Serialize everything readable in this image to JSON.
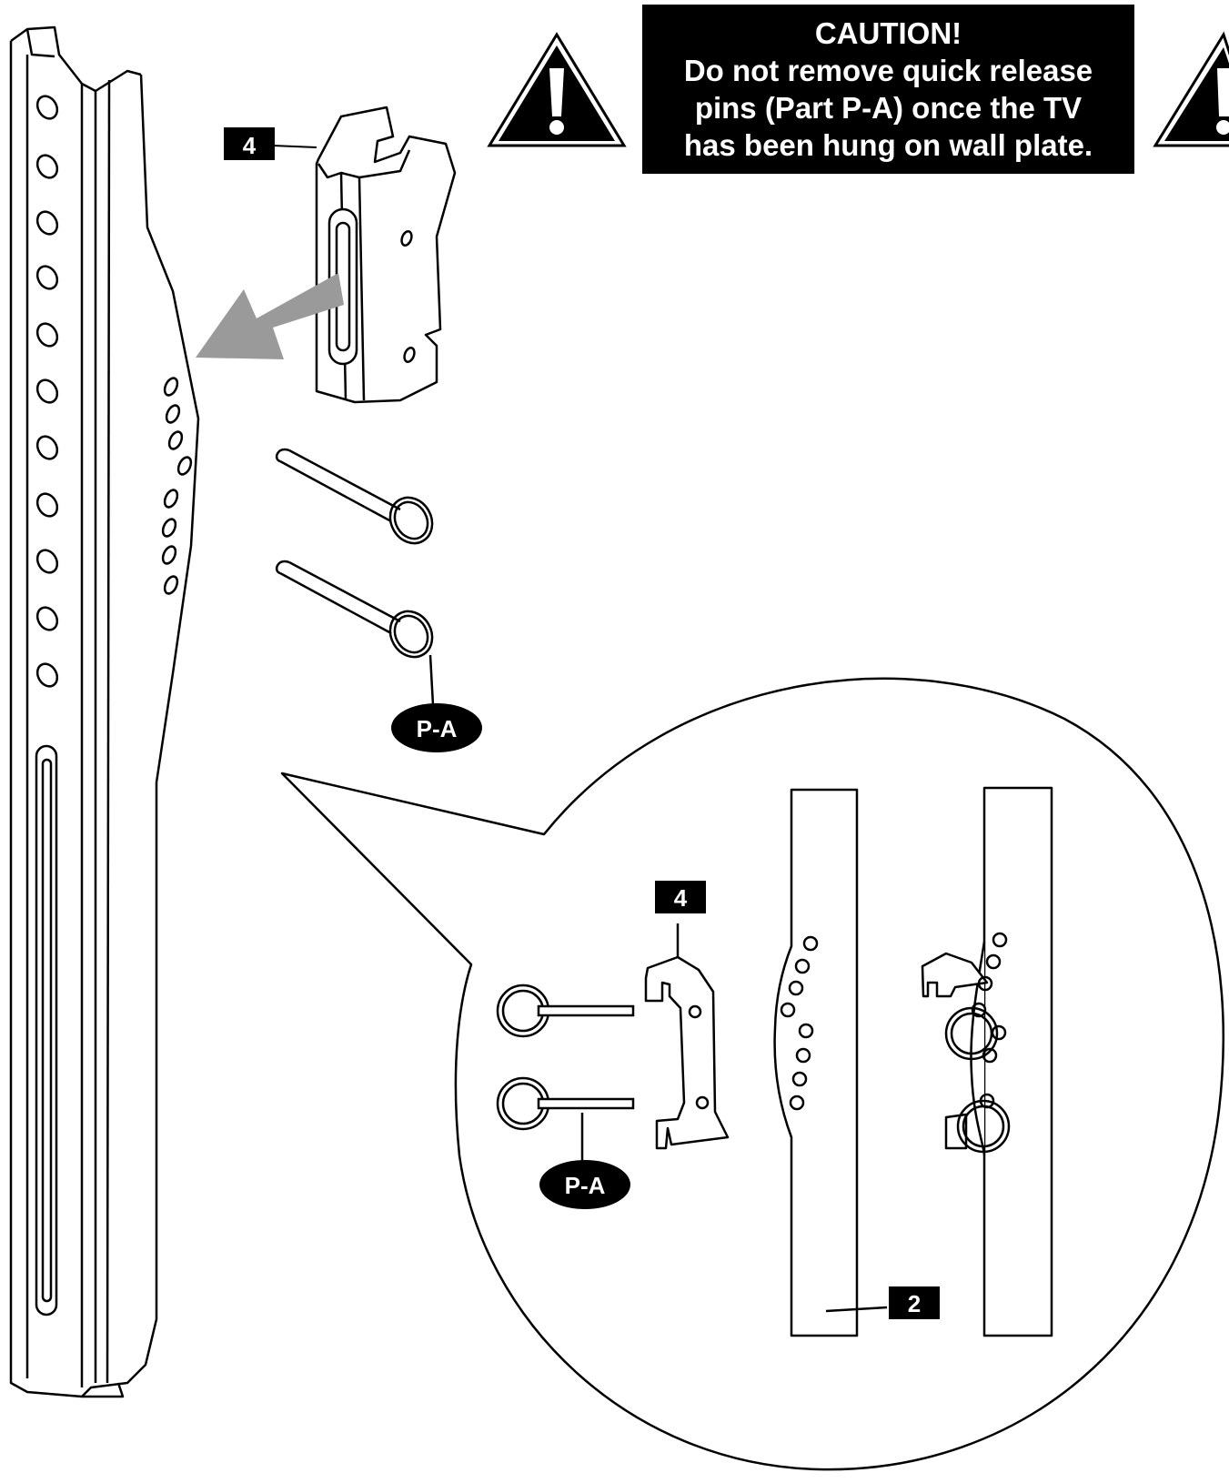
{
  "caution": {
    "title": "CAUTION!",
    "lines": [
      "Do not remove quick release",
      "pins (Part P-A) once the TV",
      "has been hung on wall plate."
    ]
  },
  "labels": {
    "part_4_top": "4",
    "part_pa_top": "P-A",
    "part_4_detail": "4",
    "part_pa_detail": "P-A",
    "part_2_detail": "2"
  },
  "icons": {
    "warning_left": "warning-triangle-icon",
    "warning_right": "warning-triangle-icon",
    "arrow": "insert-arrow-icon"
  },
  "colors": {
    "ink": "#000000",
    "paper": "#ffffff",
    "arrow_fill": "#9a9a9a"
  }
}
